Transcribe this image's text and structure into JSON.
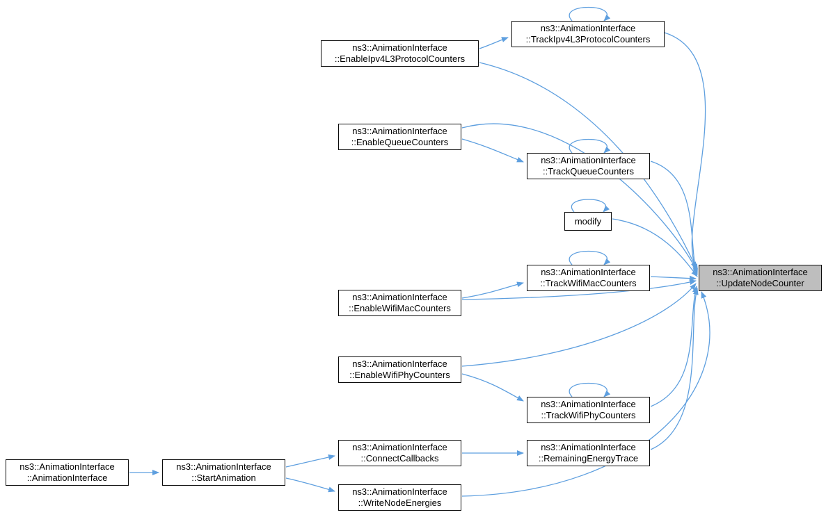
{
  "diagram": {
    "type": "call-graph",
    "colors": {
      "edge": "#5e9fdf",
      "node_background": "#ffffff",
      "node_border": "#0b0b0b",
      "highlight_background": "#bebebe",
      "text": "#000000",
      "canvas": "#ffffff"
    },
    "nodes": [
      {
        "id": "animation-interface",
        "line1": "ns3::AnimationInterface",
        "line2": "::AnimationInterface",
        "highlighted": false
      },
      {
        "id": "start-animation",
        "line1": "ns3::AnimationInterface",
        "line2": "::StartAnimation",
        "highlighted": false
      },
      {
        "id": "connect-callbacks",
        "line1": "ns3::AnimationInterface",
        "line2": "::ConnectCallbacks",
        "highlighted": false
      },
      {
        "id": "write-node-energies",
        "line1": "ns3::AnimationInterface",
        "line2": "::WriteNodeEnergies",
        "highlighted": false
      },
      {
        "id": "enable-ipv4l3-protocol-counters",
        "line1": "ns3::AnimationInterface",
        "line2": "::EnableIpv4L3ProtocolCounters",
        "highlighted": false
      },
      {
        "id": "track-ipv4l3-protocol-counters",
        "line1": "ns3::AnimationInterface",
        "line2": "::TrackIpv4L3ProtocolCounters",
        "highlighted": false
      },
      {
        "id": "enable-queue-counters",
        "line1": "ns3::AnimationInterface",
        "line2": "::EnableQueueCounters",
        "highlighted": false
      },
      {
        "id": "track-queue-counters",
        "line1": "ns3::AnimationInterface",
        "line2": "::TrackQueueCounters",
        "highlighted": false
      },
      {
        "id": "modify",
        "line1": "modify",
        "line2": "",
        "highlighted": false
      },
      {
        "id": "enable-wifi-mac-counters",
        "line1": "ns3::AnimationInterface",
        "line2": "::EnableWifiMacCounters",
        "highlighted": false
      },
      {
        "id": "track-wifi-mac-counters",
        "line1": "ns3::AnimationInterface",
        "line2": "::TrackWifiMacCounters",
        "highlighted": false
      },
      {
        "id": "enable-wifi-phy-counters",
        "line1": "ns3::AnimationInterface",
        "line2": "::EnableWifiPhyCounters",
        "highlighted": false
      },
      {
        "id": "track-wifi-phy-counters",
        "line1": "ns3::AnimationInterface",
        "line2": "::TrackWifiPhyCounters",
        "highlighted": false
      },
      {
        "id": "remaining-energy-trace",
        "line1": "ns3::AnimationInterface",
        "line2": "::RemainingEnergyTrace",
        "highlighted": false
      },
      {
        "id": "update-node-counter",
        "line1": "ns3::AnimationInterface",
        "line2": "::UpdateNodeCounter",
        "highlighted": true
      }
    ],
    "edges": [
      {
        "from": "animation-interface",
        "to": "start-animation"
      },
      {
        "from": "start-animation",
        "to": "connect-callbacks"
      },
      {
        "from": "start-animation",
        "to": "write-node-energies"
      },
      {
        "from": "connect-callbacks",
        "to": "remaining-energy-trace"
      },
      {
        "from": "remaining-energy-trace",
        "to": "update-node-counter"
      },
      {
        "from": "write-node-energies",
        "to": "update-node-counter"
      },
      {
        "from": "enable-ipv4l3-protocol-counters",
        "to": "track-ipv4l3-protocol-counters"
      },
      {
        "from": "enable-ipv4l3-protocol-counters",
        "to": "update-node-counter"
      },
      {
        "from": "track-ipv4l3-protocol-counters",
        "to": "track-ipv4l3-protocol-counters"
      },
      {
        "from": "track-ipv4l3-protocol-counters",
        "to": "update-node-counter"
      },
      {
        "from": "enable-queue-counters",
        "to": "track-queue-counters"
      },
      {
        "from": "enable-queue-counters",
        "to": "update-node-counter"
      },
      {
        "from": "track-queue-counters",
        "to": "track-queue-counters"
      },
      {
        "from": "track-queue-counters",
        "to": "update-node-counter"
      },
      {
        "from": "modify",
        "to": "modify"
      },
      {
        "from": "modify",
        "to": "update-node-counter"
      },
      {
        "from": "enable-wifi-mac-counters",
        "to": "track-wifi-mac-counters"
      },
      {
        "from": "enable-wifi-mac-counters",
        "to": "update-node-counter"
      },
      {
        "from": "track-wifi-mac-counters",
        "to": "track-wifi-mac-counters"
      },
      {
        "from": "track-wifi-mac-counters",
        "to": "update-node-counter"
      },
      {
        "from": "enable-wifi-phy-counters",
        "to": "track-wifi-phy-counters"
      },
      {
        "from": "enable-wifi-phy-counters",
        "to": "update-node-counter"
      },
      {
        "from": "track-wifi-phy-counters",
        "to": "track-wifi-phy-counters"
      },
      {
        "from": "track-wifi-phy-counters",
        "to": "update-node-counter"
      }
    ]
  }
}
